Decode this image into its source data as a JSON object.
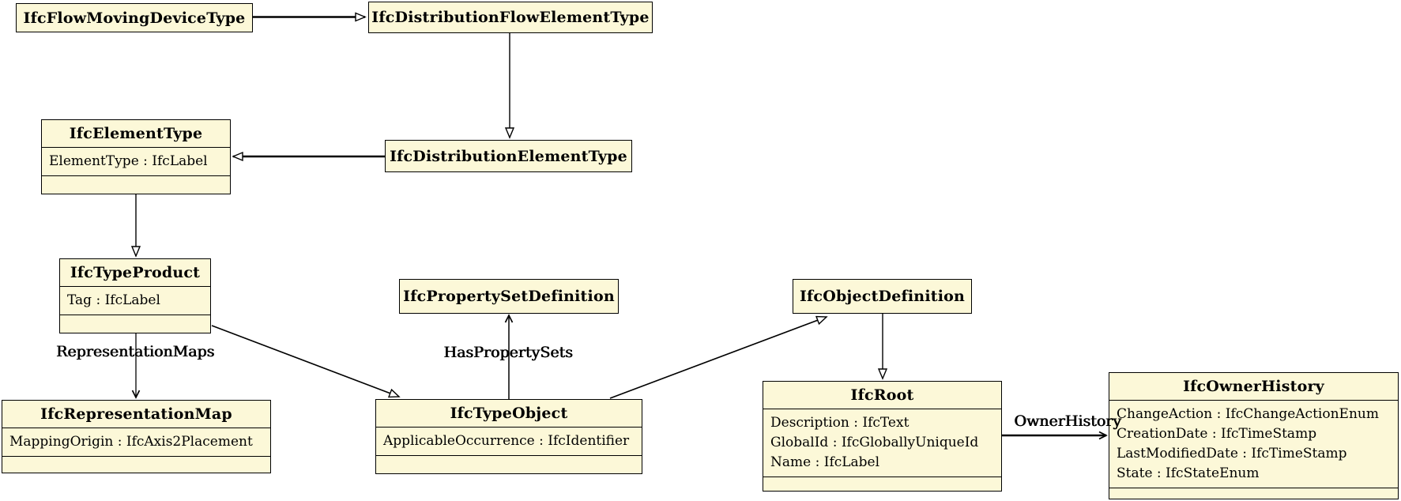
{
  "diagram": {
    "colors": {
      "node_fill": "#fcf8d8",
      "node_border": "#000000",
      "line": "#000000",
      "background": "#ffffff"
    },
    "nodes": [
      {
        "name": "IfcFlowMovingDeviceType",
        "attributes": []
      },
      {
        "name": "IfcDistributionFlowElementType",
        "attributes": []
      },
      {
        "name": "IfcElementType",
        "attributes": [
          "ElementType : IfcLabel"
        ]
      },
      {
        "name": "IfcDistributionElementType",
        "attributes": []
      },
      {
        "name": "IfcTypeProduct",
        "attributes": [
          "Tag : IfcLabel"
        ]
      },
      {
        "name": "IfcPropertySetDefinition",
        "attributes": []
      },
      {
        "name": "IfcObjectDefinition",
        "attributes": []
      },
      {
        "name": "IfcRepresentationMap",
        "attributes": [
          "MappingOrigin : IfcAxis2Placement"
        ]
      },
      {
        "name": "IfcTypeObject",
        "attributes": [
          "ApplicableOccurrence : IfcIdentifier"
        ]
      },
      {
        "name": "IfcRoot",
        "attributes": [
          "Description : IfcText",
          "GlobalId : IfcGloballyUniqueId",
          "Name : IfcLabel"
        ]
      },
      {
        "name": "IfcOwnerHistory",
        "attributes": [
          "ChangeAction : IfcChangeActionEnum",
          "CreationDate : IfcTimeStamp",
          "LastModifiedDate : IfcTimeStamp",
          "State : IfcStateEnum"
        ]
      }
    ],
    "edges": [
      {
        "from": "IfcFlowMovingDeviceType",
        "to": "IfcDistributionFlowElementType",
        "type": "inheritance",
        "label": ""
      },
      {
        "from": "IfcDistributionFlowElementType",
        "to": "IfcDistributionElementType",
        "type": "inheritance",
        "label": ""
      },
      {
        "from": "IfcDistributionElementType",
        "to": "IfcElementType",
        "type": "inheritance",
        "label": ""
      },
      {
        "from": "IfcElementType",
        "to": "IfcTypeProduct",
        "type": "inheritance",
        "label": ""
      },
      {
        "from": "IfcTypeProduct",
        "to": "IfcTypeObject",
        "type": "inheritance",
        "label": ""
      },
      {
        "from": "IfcTypeObject",
        "to": "IfcObjectDefinition",
        "type": "inheritance",
        "label": ""
      },
      {
        "from": "IfcObjectDefinition",
        "to": "IfcRoot",
        "type": "inheritance",
        "label": ""
      },
      {
        "from": "IfcTypeProduct",
        "to": "IfcRepresentationMap",
        "type": "association",
        "label": "RepresentationMaps"
      },
      {
        "from": "IfcTypeObject",
        "to": "IfcPropertySetDefinition",
        "type": "association",
        "label": "HasPropertySets"
      },
      {
        "from": "IfcRoot",
        "to": "IfcOwnerHistory",
        "type": "association",
        "label": "OwnerHistory"
      }
    ]
  }
}
